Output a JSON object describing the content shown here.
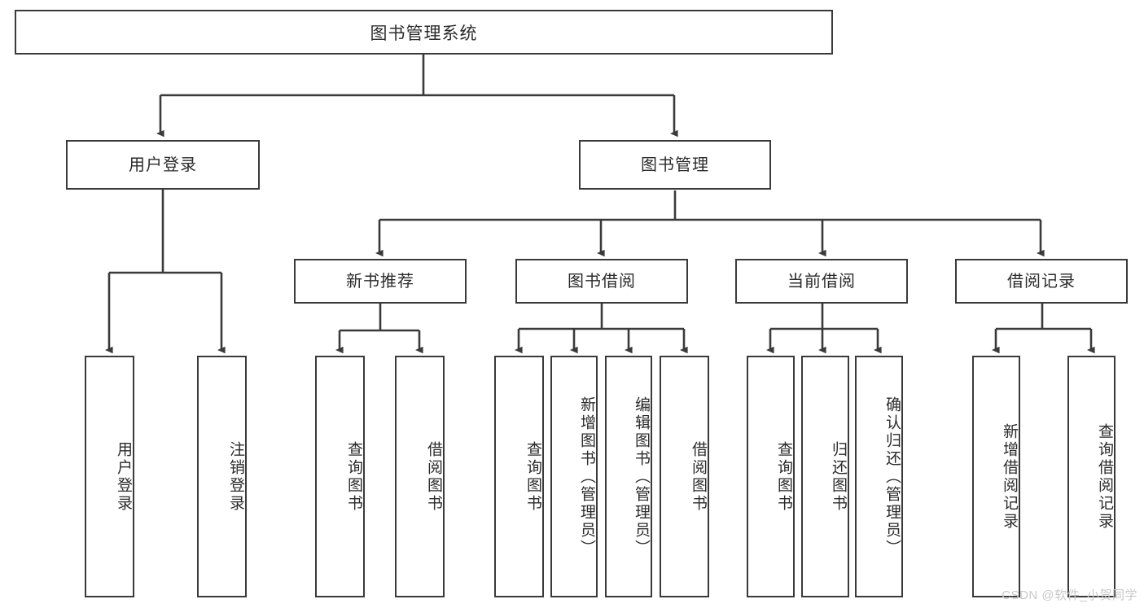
{
  "diagram": {
    "title": "图书管理系统",
    "type": "tree",
    "theme": {
      "box_border": "#3a3a3a",
      "box_fill": "#ffffff",
      "edge_color": "#3a3a3a",
      "text_color": "#2b2b2b",
      "watermark_color": "#c8c8c8",
      "background": "#ffffff"
    },
    "watermark": "CSDN @软件_小贺同学",
    "root": {
      "label": "图书管理系统"
    },
    "level1": [
      {
        "label": "用户登录"
      },
      {
        "label": "图书管理"
      }
    ],
    "level2": [
      {
        "label": "新书推荐"
      },
      {
        "label": "图书借阅"
      },
      {
        "label": "当前借阅"
      },
      {
        "label": "借阅记录"
      }
    ],
    "leaves": {
      "user_login": [
        {
          "label": "用户登录"
        },
        {
          "label": "注销登录"
        }
      ],
      "new_book_recommend": [
        {
          "label": "查询图书"
        },
        {
          "label": "借阅图书"
        }
      ],
      "book_borrow": [
        {
          "label": "查询图书"
        },
        {
          "label": "新增图书（管理员）"
        },
        {
          "label": "编辑图书（管理员）"
        },
        {
          "label": "借阅图书"
        }
      ],
      "current_borrow": [
        {
          "label": "查询图书"
        },
        {
          "label": "归还图书"
        },
        {
          "label": "确认归还（管理员）"
        }
      ],
      "borrow_record": [
        {
          "label": "新增借阅记录"
        },
        {
          "label": "查询借阅记录"
        }
      ]
    }
  }
}
